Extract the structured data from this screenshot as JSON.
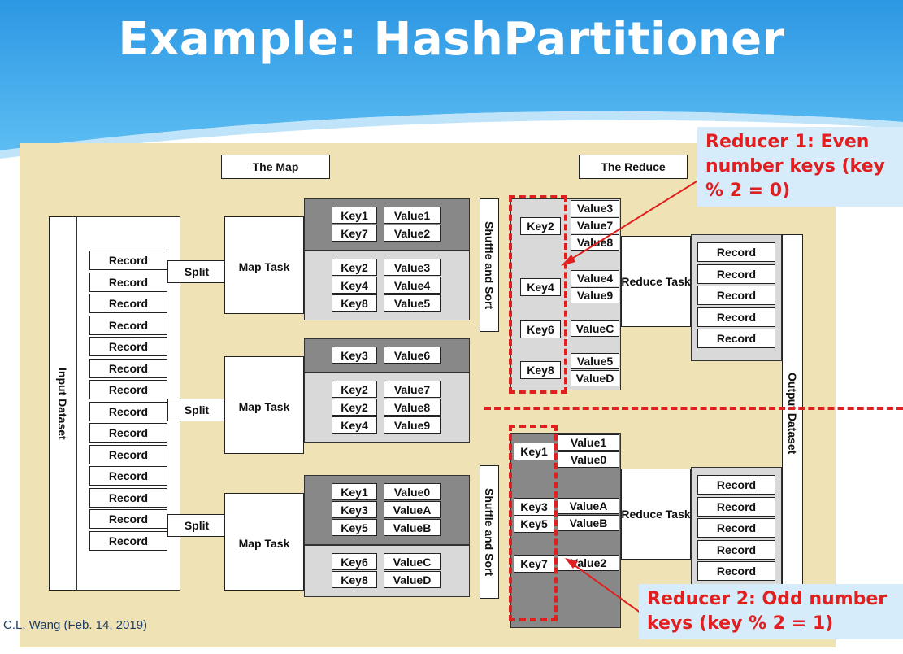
{
  "title": "Example: HashPartitioner",
  "labels": {
    "the_map": "The Map",
    "the_reduce": "The Reduce",
    "input_dataset": "Input Dataset",
    "output_dataset": "Output Dataset",
    "split": "Split",
    "map_task": "Map Task",
    "shuffle_sort": "Shuffle and Sort",
    "reduce_task": "Reduce Task",
    "record": "Record"
  },
  "map_tasks": [
    {
      "top": [
        [
          "Key1",
          "Value1"
        ],
        [
          "Key7",
          "Value2"
        ]
      ],
      "bottom": [
        [
          "Key2",
          "Value3"
        ],
        [
          "Key4",
          "Value4"
        ],
        [
          "Key8",
          "Value5"
        ]
      ]
    },
    {
      "top": [
        [
          "Key3",
          "Value6"
        ]
      ],
      "bottom": [
        [
          "Key2",
          "Value7"
        ],
        [
          "Key2",
          "Value8"
        ],
        [
          "Key4",
          "Value9"
        ]
      ]
    },
    {
      "top": [
        [
          "Key1",
          "Value0"
        ],
        [
          "Key3",
          "ValueA"
        ],
        [
          "Key5",
          "ValueB"
        ]
      ],
      "bottom": [
        [
          "Key6",
          "ValueC"
        ],
        [
          "Key8",
          "ValueD"
        ]
      ]
    }
  ],
  "reducer1_groups": [
    {
      "key": "Key2",
      "values": [
        "Value3",
        "Value7",
        "Value8"
      ]
    },
    {
      "key": "Key4",
      "values": [
        "Value4",
        "Value9"
      ]
    },
    {
      "key": "Key6",
      "values": [
        "ValueC"
      ]
    },
    {
      "key": "Key8",
      "values": [
        "Value5",
        "ValueD"
      ]
    }
  ],
  "reducer2_groups": [
    {
      "key": "Key1",
      "values": [
        "Value1",
        "Value0"
      ]
    },
    {
      "key": "Key3",
      "values": [
        "ValueA"
      ]
    },
    {
      "key": "Key5",
      "values": [
        "ValueB"
      ]
    },
    {
      "key": "Key7",
      "values": [
        "Value2"
      ]
    }
  ],
  "callouts": {
    "reducer1": "Reducer 1: Even number keys (key % 2 = 0)",
    "reducer2": "Reducer 2: Odd number keys (key % 2 = 1)"
  },
  "credit": "C.L. Wang (Feb. 14, 2019)",
  "colors": {
    "header_blue": "#3aa7ea",
    "panel_tan": "#efe3b5",
    "dashed_red": "#e02020",
    "callout_bg": "#d6ecfb"
  }
}
